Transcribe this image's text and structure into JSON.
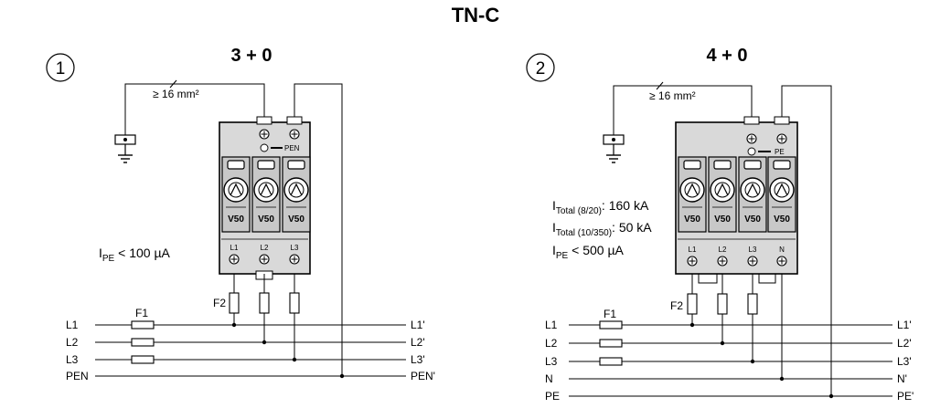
{
  "title": "TN-C",
  "wire_size": "≥ 16 mm²",
  "module_label": "V50",
  "left": {
    "number": "1",
    "config": "3 + 0",
    "pen_label": "PEN",
    "terminals": [
      "L1",
      "L2",
      "L3"
    ],
    "fuse_main": "F1",
    "fuse_branch": "F2",
    "ipe_main": "I",
    "ipe_sub": "PE",
    "ipe_value": " < 100 µA",
    "lines_in": [
      "L1",
      "L2",
      "L3",
      "PEN"
    ],
    "lines_out": [
      "L1'",
      "L2'",
      "L3'",
      "PEN'"
    ]
  },
  "right": {
    "number": "2",
    "config": "4 + 0",
    "pe_label": "PE",
    "terminals": [
      "L1",
      "L2",
      "L3",
      "N"
    ],
    "fuse_main": "F1",
    "fuse_branch": "F2",
    "specs": [
      {
        "main": "I",
        "sub": "Total (8/20)",
        "value": ": 160 kA"
      },
      {
        "main": "I",
        "sub": "Total (10/350)",
        "value": ": 50 kA"
      },
      {
        "main": "I",
        "sub": "PE",
        "value": " < 500 µA"
      }
    ],
    "lines_in": [
      "L1",
      "L2",
      "L3",
      "N",
      "PE"
    ],
    "lines_out": [
      "L1'",
      "L2'",
      "L3'",
      "N'",
      "PE'"
    ]
  }
}
